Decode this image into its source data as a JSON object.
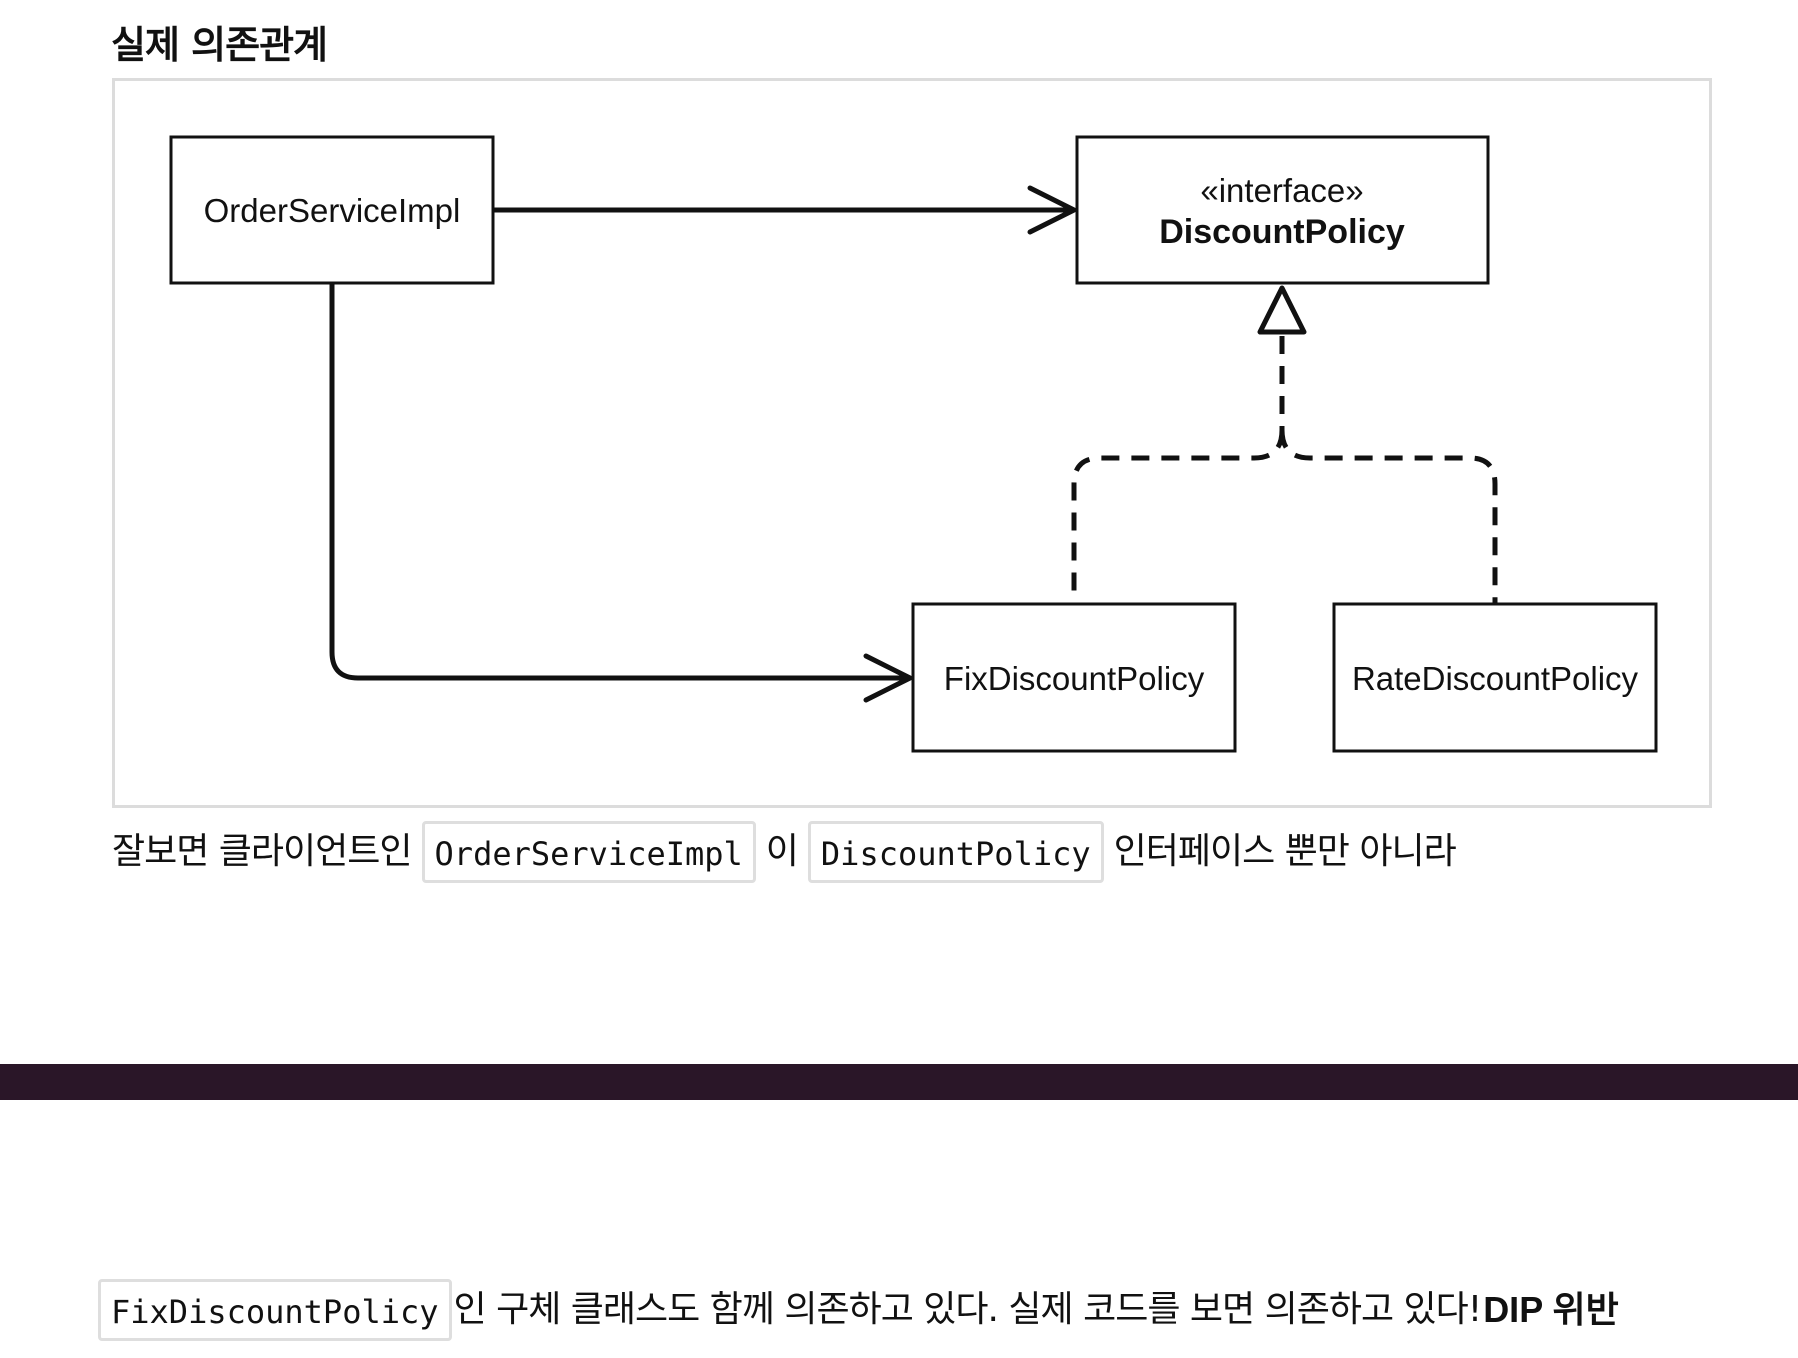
{
  "heading": "실제 의존관계",
  "diagram": {
    "nodes": {
      "order_service_impl": "OrderServiceImpl",
      "discount_policy_stereotype": "«interface»",
      "discount_policy": "DiscountPolicy",
      "fix_discount_policy": "FixDiscountPolicy",
      "rate_discount_policy": "RateDiscountPolicy"
    }
  },
  "paragraph1": {
    "part1": "잘보면 클라이언트인",
    "code1": "OrderServiceImpl",
    "part2": "이",
    "code2": "DiscountPolicy",
    "part3": "인터페이스 뿐만 아니라"
  },
  "paragraph2": {
    "code1": "FixDiscountPolicy",
    "part1": "인 구체 클래스도 함께 의존하고 있다. 실제 코드를 보면 의존하고 있다!",
    "strong": "DIP 위반"
  }
}
